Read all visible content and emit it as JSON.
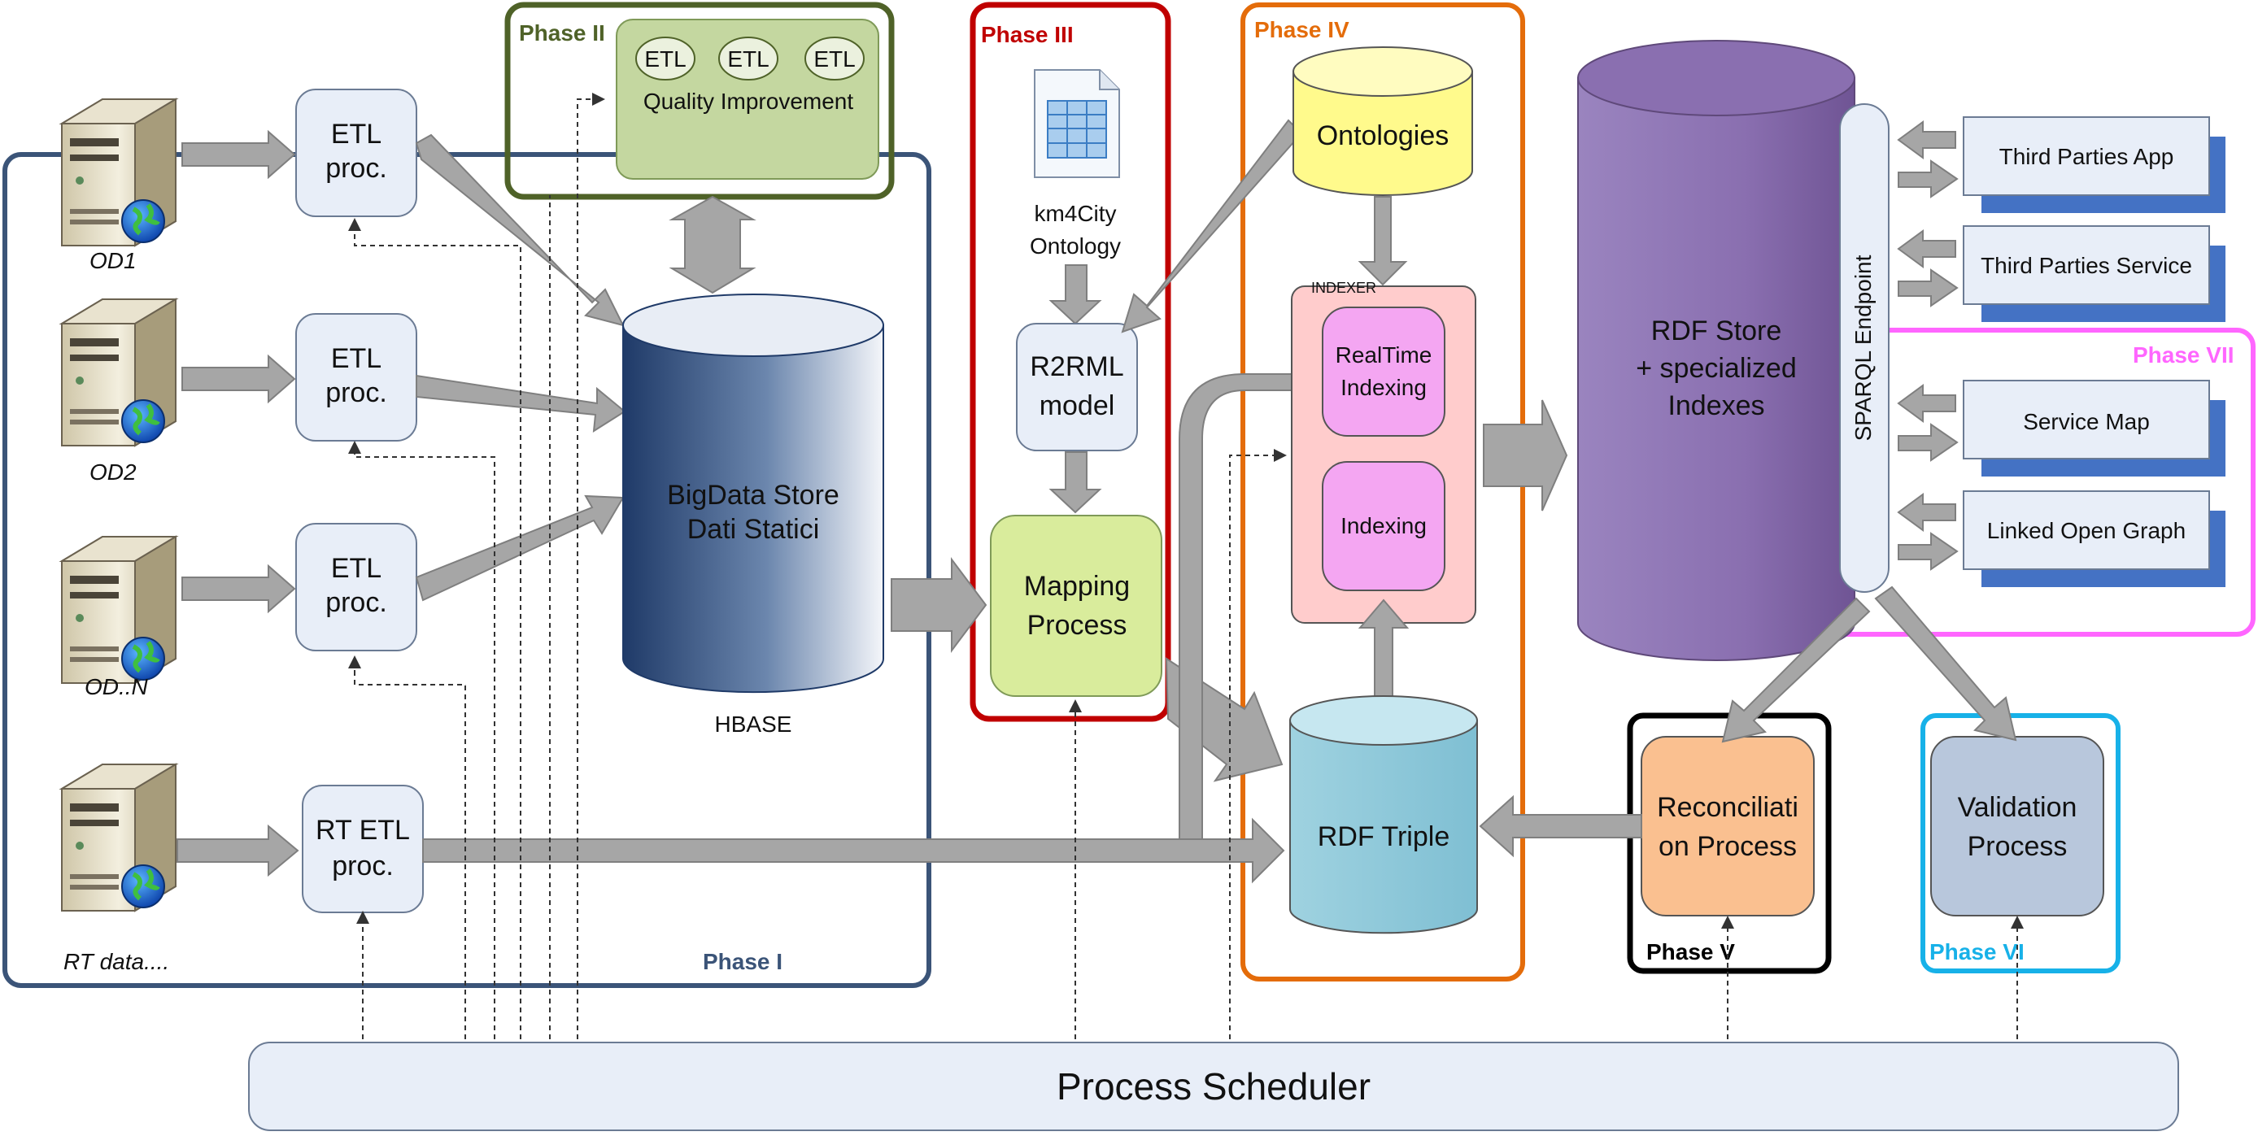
{
  "sources": [
    {
      "label": "OD1"
    },
    {
      "label": "OD2"
    },
    {
      "label": "OD..N"
    },
    {
      "label": "RT data...."
    }
  ],
  "etl_boxes": [
    {
      "line1": "ETL",
      "line2": "proc."
    },
    {
      "line1": "ETL",
      "line2": "proc."
    },
    {
      "line1": "ETL",
      "line2": "proc."
    },
    {
      "line1": "RT ETL",
      "line2": "proc."
    }
  ],
  "phases": {
    "p1": "Phase I",
    "p2": "Phase II",
    "p3": "Phase III",
    "p4": "Phase IV",
    "p5": "Phase V",
    "p6": "Phase VI",
    "p7": "Phase VII"
  },
  "phase2": {
    "etl_pills": [
      "ETL",
      "ETL",
      "ETL"
    ],
    "quality": "Quality Improvement"
  },
  "bigdata": {
    "line1": "BigData Store",
    "line2": "Dati Statici",
    "caption": "HBASE"
  },
  "phase3": {
    "ontology_line1": "km4City",
    "ontology_line2": "Ontology",
    "r2rml_line1": "R2RML",
    "r2rml_line2": "model",
    "mapping_line1": "Mapping",
    "mapping_line2": "Process"
  },
  "phase4": {
    "ontologies": "Ontologies",
    "indexer": "INDEXER",
    "realtime_line1": "RealTime",
    "realtime_line2": "Indexing",
    "indexing": "Indexing",
    "rdf_triple": "RDF Triple"
  },
  "rdf_store": {
    "line1": "RDF Store",
    "line2": "+ specialized",
    "line3": "Indexes"
  },
  "sparql": "SPARQL Endpoint",
  "clients": [
    "Third Parties App",
    "Third Parties Service",
    "Service Map",
    "Linked Open Graph"
  ],
  "reconciliation": {
    "line1": "Reconciliati",
    "line2": "on Process"
  },
  "validation": {
    "line1": "Validation",
    "line2": "Process"
  },
  "scheduler": "Process Scheduler",
  "colors": {
    "phase1": "#3b5478",
    "phase2": "#4f6228",
    "phase3": "#c00000",
    "phase4": "#e46c0a",
    "phase5": "#000000",
    "phase6": "#17b1e8",
    "phase7": "#ff66ff",
    "arrow": "#a6a6a6",
    "rdf_store": "#8064a2",
    "box_fill": "#e8eef8"
  }
}
